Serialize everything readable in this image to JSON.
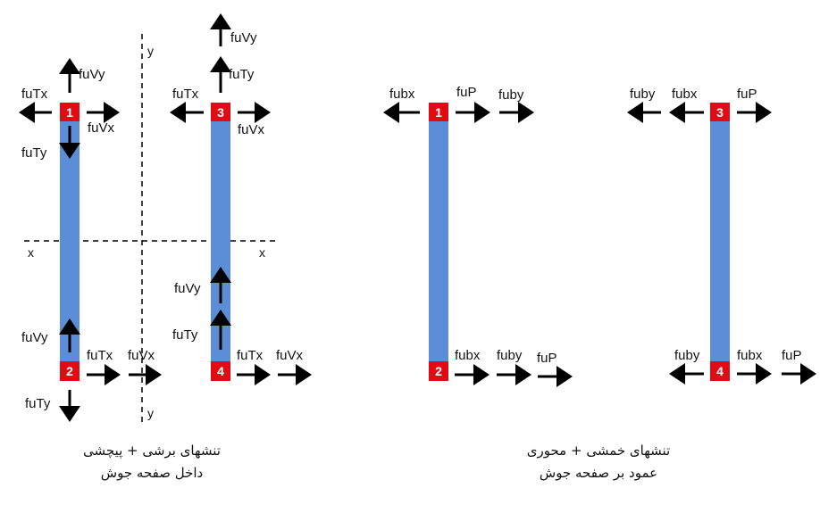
{
  "colors": {
    "bar": "#5B8ED6",
    "node": "#E30B13",
    "arrow": "#000000",
    "text": "#111111"
  },
  "left_panel": {
    "caption_line1": "تنشهای برشی + پیچشی",
    "caption_line2": "داخل صفحه جوش",
    "axis_x_left": "x",
    "axis_x_right": "x",
    "axis_y_top": "y",
    "axis_y_bottom": "y",
    "nodes": {
      "n1": "1",
      "n2": "2",
      "n3": "3",
      "n4": "4"
    },
    "labels": {
      "n1_up": "fuVy",
      "n1_left": "fuTx",
      "n1_right": "fuVx",
      "n1_down": "fuTy",
      "n2_up": "fuVy",
      "n2_right1": "fuTx",
      "n2_right2": "fuVx",
      "n2_down": "fuTy",
      "n3_up_outer": "fuVy",
      "n3_up_inner": "fuTy",
      "n3_left": "fuTx",
      "n3_right": "fuVx",
      "n4_up_upper": "fuVy",
      "n4_up_lower": "fuTy",
      "n4_right1": "fuTx",
      "n4_right2": "fuVx"
    }
  },
  "right_panel": {
    "caption_line1": "تنشهای خمشی + محوری",
    "caption_line2": "عمود بر صفحه جوش",
    "nodes": {
      "n1": "1",
      "n2": "2",
      "n3": "3",
      "n4": "4"
    },
    "labels": {
      "n1_left": "fubx",
      "n1_right1": "fuP",
      "n1_right2": "fuby",
      "n2_right1": "fubx",
      "n2_right2": "fuby",
      "n2_right3": "fuP",
      "n3_left_outer": "fuby",
      "n3_left_inner": "fubx",
      "n3_right": "fuP",
      "n4_left": "fuby",
      "n4_right1": "fubx",
      "n4_right2": "fuP"
    }
  }
}
